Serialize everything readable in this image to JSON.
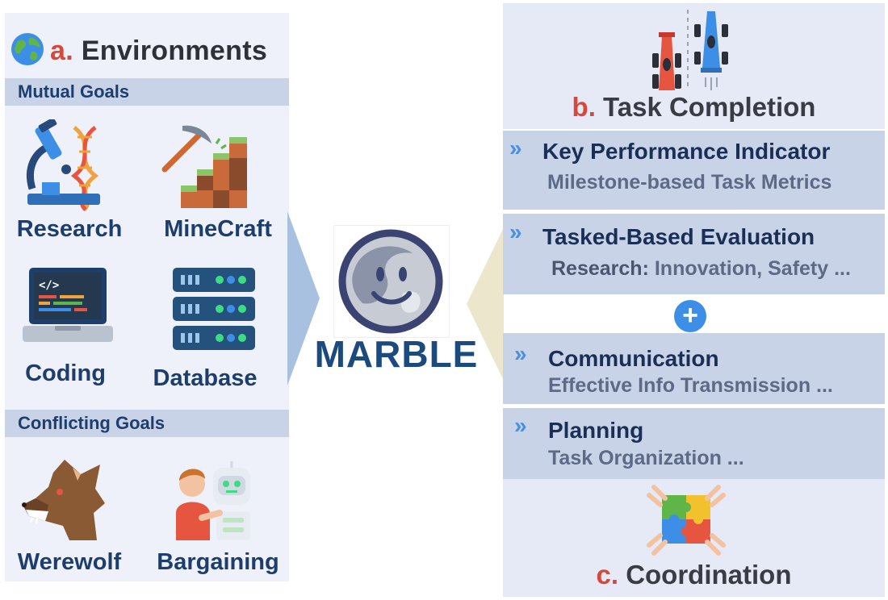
{
  "environments": {
    "letter": "a.",
    "title": "Environments",
    "mutual_label": "Mutual Goals",
    "conflicting_label": "Conflicting Goals",
    "items": {
      "research": "Research",
      "minecraft": "MineCraft",
      "coding": "Coding",
      "database": "Database",
      "werewolf": "Werewolf",
      "bargaining": "Bargaining"
    }
  },
  "center": {
    "name": "MARBLE"
  },
  "task_completion": {
    "letter": "b.",
    "title": "Task Completion",
    "kpi": {
      "title": "Key Performance Indicator",
      "subtitle": "Milestone-based Task Metrics"
    },
    "tbe": {
      "title": "Tasked-Based Evaluation",
      "subtitle_strong": "Research:",
      "subtitle_rest": " Innovation, Safety ..."
    }
  },
  "plus_symbol": "+",
  "coordination": {
    "letter": "c.",
    "title": "Coordination",
    "communication": {
      "title": "Communication",
      "subtitle": "Effective Info Transmission ..."
    },
    "planning": {
      "title": "Planning",
      "subtitle": "Task Organization ..."
    }
  },
  "chevron": "»",
  "colors": {
    "accent_red": "#d5483a",
    "navy": "#1d3e6d",
    "band": "#c9d3e8",
    "panel": "#eef1f9",
    "chevron_blue": "#4a8fe0"
  }
}
